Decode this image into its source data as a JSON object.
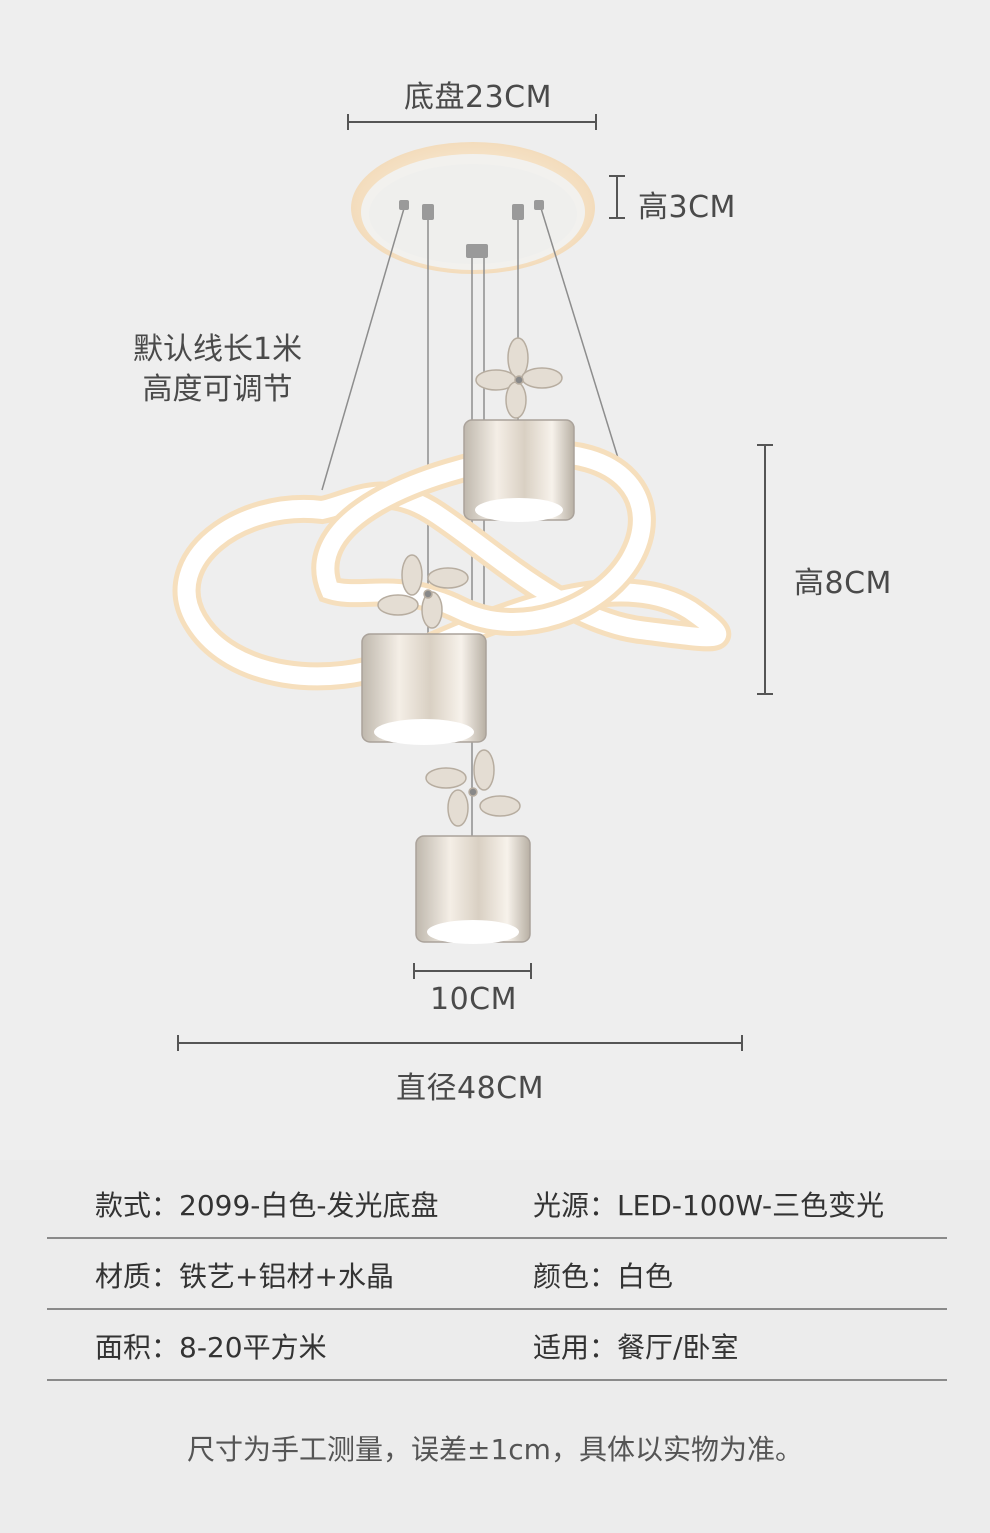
{
  "dimensions": {
    "base_diameter": "底盘23CM",
    "base_height": "高3CM",
    "cord_note_line1": "默认线长1米",
    "cord_note_line2": "高度可调节",
    "shade_height": "高8CM",
    "shade_width": "10CM",
    "total_diameter": "直径48CM"
  },
  "specs": [
    {
      "left_key": "款式：",
      "left_value": "2099-白色-发光底盘",
      "right_key": "光源：",
      "right_value": "LED-100W-三色变光"
    },
    {
      "left_key": "材质：",
      "left_value": "铁艺+铝材+水晶",
      "right_key": "颜色：",
      "right_value": "白色"
    },
    {
      "left_key": "面积：",
      "left_value": "8-20平方米",
      "right_key": "适用：",
      "right_value": "餐厅/卧室"
    }
  ],
  "footnote": "尺寸为手工测量，误差±1cm，具体以实物为准。",
  "colors": {
    "background": "#eeeeee",
    "ring_white": "#ffffff",
    "ring_glow": "#f5e3c8",
    "dimension_line": "#555555"
  }
}
